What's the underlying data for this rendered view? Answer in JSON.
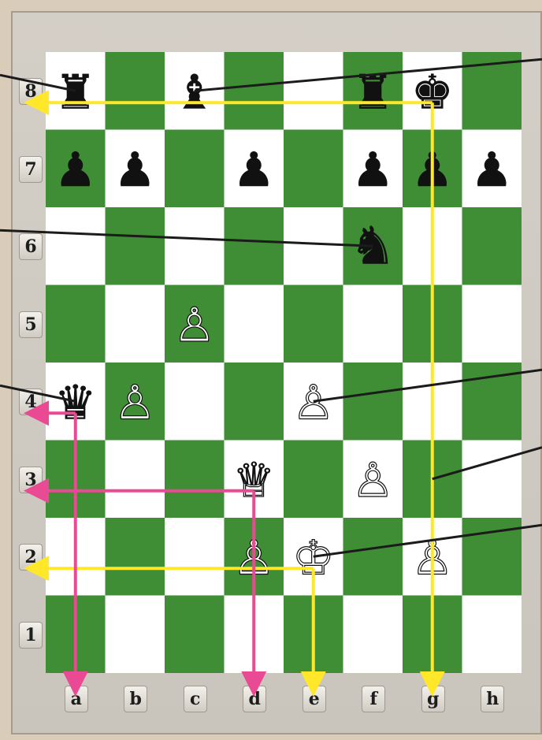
{
  "board": {
    "files": [
      "a",
      "b",
      "c",
      "d",
      "e",
      "f",
      "g",
      "h"
    ],
    "ranks": [
      "8",
      "7",
      "6",
      "5",
      "4",
      "3",
      "2",
      "1"
    ],
    "light_square_color": "#ffffff",
    "dark_square_color": "#3f8d34"
  },
  "pieces": [
    {
      "square": "a8",
      "color": "black",
      "type": "rook"
    },
    {
      "square": "c8",
      "color": "black",
      "type": "bishop"
    },
    {
      "square": "f8",
      "color": "black",
      "type": "rook"
    },
    {
      "square": "g8",
      "color": "black",
      "type": "king"
    },
    {
      "square": "a7",
      "color": "black",
      "type": "pawn"
    },
    {
      "square": "b7",
      "color": "black",
      "type": "pawn"
    },
    {
      "square": "d7",
      "color": "black",
      "type": "pawn"
    },
    {
      "square": "f7",
      "color": "black",
      "type": "pawn"
    },
    {
      "square": "g7",
      "color": "black",
      "type": "pawn"
    },
    {
      "square": "h7",
      "color": "black",
      "type": "pawn"
    },
    {
      "square": "f6",
      "color": "black",
      "type": "knight"
    },
    {
      "square": "a4",
      "color": "black",
      "type": "queen"
    },
    {
      "square": "c5",
      "color": "white",
      "type": "pawn"
    },
    {
      "square": "b4",
      "color": "white",
      "type": "pawn"
    },
    {
      "square": "e4",
      "color": "white",
      "type": "pawn"
    },
    {
      "square": "d3",
      "color": "white",
      "type": "queen"
    },
    {
      "square": "f3",
      "color": "white",
      "type": "pawn"
    },
    {
      "square": "d2",
      "color": "white",
      "type": "pawn"
    },
    {
      "square": "e2",
      "color": "white",
      "type": "king"
    },
    {
      "square": "g2",
      "color": "white",
      "type": "pawn"
    }
  ],
  "arrows": [
    {
      "color": "#ffe82a",
      "from_square": "g8",
      "to_label": "rank-8"
    },
    {
      "color": "#ffe82a",
      "from_square": "g8",
      "to_label": "file-g"
    },
    {
      "color": "#ffe82a",
      "from_square": "e2",
      "to_label": "rank-2"
    },
    {
      "color": "#ffe82a",
      "from_square": "e2",
      "to_label": "file-e"
    },
    {
      "color": "#e94a93",
      "from_square": "a4",
      "to_label": "rank-4"
    },
    {
      "color": "#e94a93",
      "from_square": "a4",
      "to_label": "file-a"
    },
    {
      "color": "#e94a93",
      "from_square": "d3",
      "to_label": "rank-3"
    },
    {
      "color": "#e94a93",
      "from_square": "d3",
      "to_label": "file-d"
    }
  ],
  "callout_lines": [
    {
      "target_square": "a8",
      "side": "left"
    },
    {
      "target_square": "c8",
      "side": "right"
    },
    {
      "target_square": "f6",
      "side": "left"
    },
    {
      "target_square": "a4",
      "side": "left"
    },
    {
      "target_square": "e4",
      "side": "right"
    },
    {
      "target_square": "e2",
      "side": "right"
    },
    {
      "target_square": "g3",
      "side": "right"
    }
  ],
  "colors": {
    "frame": "#cbc6bd",
    "callout_line": "#1b1b1b"
  }
}
